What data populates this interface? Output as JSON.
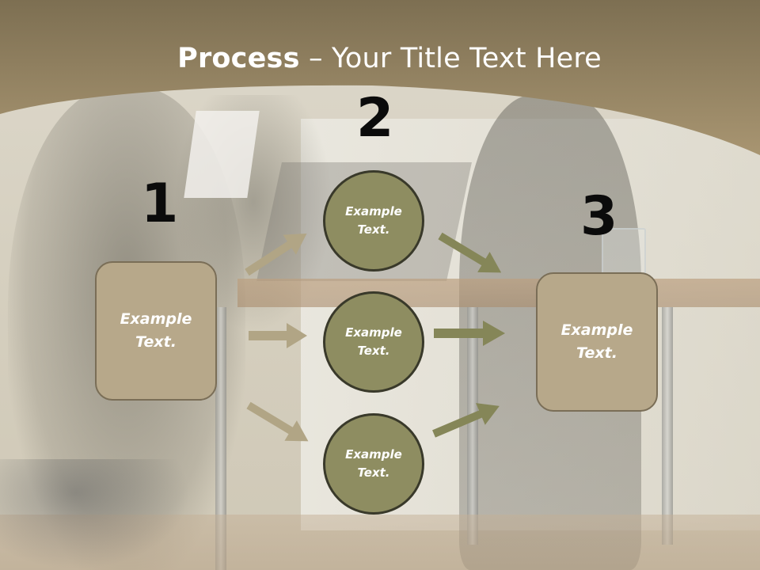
{
  "title": {
    "bold": "Process",
    "rest": " – Your Title Text Here"
  },
  "steps": [
    {
      "number": "1",
      "box_text": "Example\nText."
    },
    {
      "number": "2",
      "circles": [
        "Example\nText.",
        "Example\nText.",
        "Example\nText."
      ]
    },
    {
      "number": "3",
      "box_text": "Example\nText."
    }
  ],
  "colors": {
    "band": "#a28f69",
    "box_fill": "#b7a88a",
    "circle_fill": "#8e8d61",
    "arrow_left": "#b1a585",
    "arrow_right": "#858658"
  }
}
